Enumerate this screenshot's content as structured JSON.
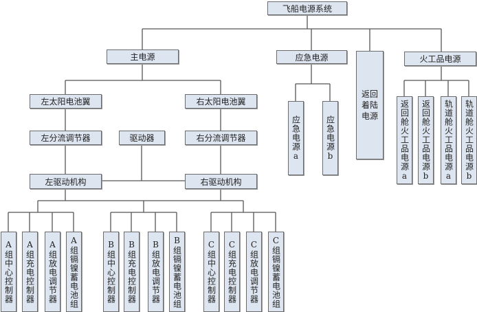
{
  "root": "飞船电源系统",
  "level1": {
    "main": "主电源",
    "emergency": "应急电源",
    "return_landing": "返回\n着陆\n电源",
    "pyro": "火工品电源"
  },
  "emergency_children": [
    "应急电源a",
    "应急电源b"
  ],
  "pyro_children": [
    "返回舱火工品电源a",
    "返回舱火工品电源b",
    "轨道舱火工品电源a",
    "轨道舱火工品电源b"
  ],
  "main_children": {
    "left_wing": "左太阳电池翼",
    "right_wing": "右太阳电池翼",
    "left_shunt": "左分流调节器",
    "driver": "驱动器",
    "right_shunt": "右分流调节器",
    "left_drive": "左驱动机构",
    "right_drive": "右驱动机构"
  },
  "groups": [
    [
      "A组中心控制器",
      "A组充电控制器",
      "A组放电调节器",
      "A组镉镍蓄电池组"
    ],
    [
      "B组中心控制器",
      "B组充电控制器",
      "B组放电调节器",
      "B组镉镍蓄电池组"
    ],
    [
      "C组中心控制器",
      "C组充电控制器",
      "C组放电调节器",
      "C组镉镍蓄电池组"
    ]
  ]
}
